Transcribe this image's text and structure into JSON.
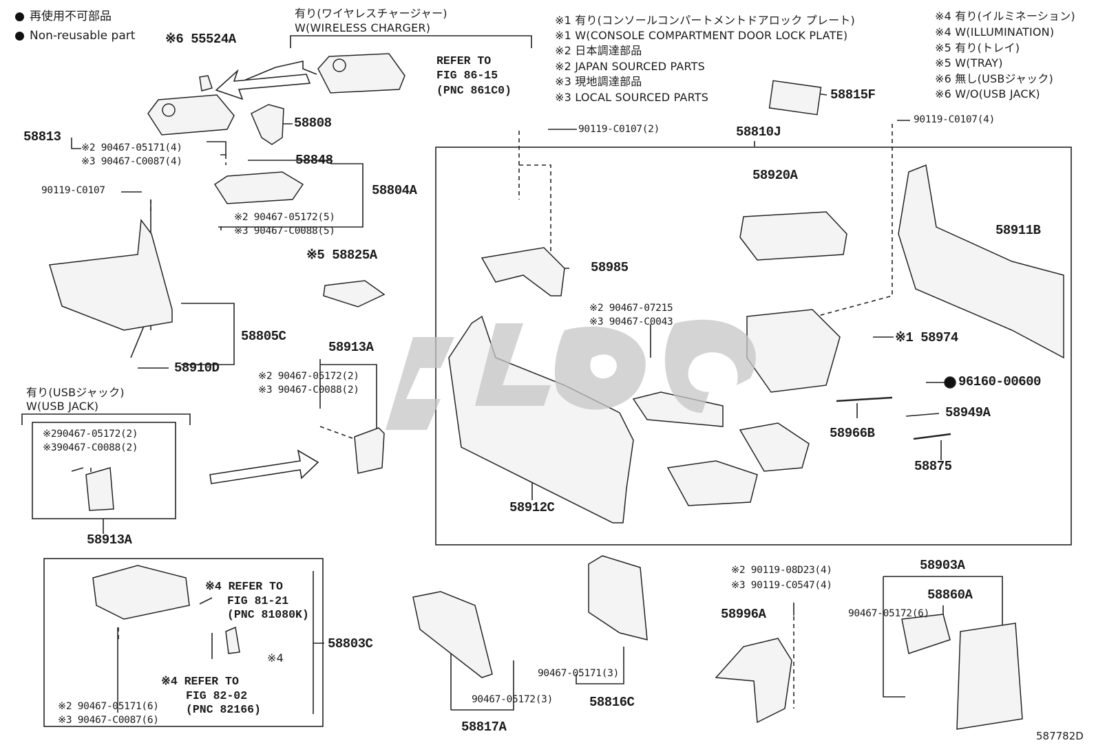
{
  "legend": {
    "line1": "再使用不可部品",
    "line2": "Non-reusable part",
    "bullet_color": "#111111"
  },
  "wireless_variant": {
    "line1": "有り(ワイヤレスチャージャー)",
    "line2": "W(WIRELESS CHARGER)"
  },
  "refer_8615": {
    "line1": "REFER TO",
    "line2": "FIG 86-15",
    "line3": "(PNC 861C0)"
  },
  "notes": {
    "n1a": "※1 有り(コンソールコンパートメントドアロック プレート)",
    "n1b": "※1 W(CONSOLE COMPARTMENT DOOR LOCK PLATE)",
    "n2a": "※2 日本調達部品",
    "n2b": "※2 JAPAN SOURCED PARTS",
    "n3a": "※3 現地調達部品",
    "n3b": "※3 LOCAL SOURCED PARTS",
    "n4a": "※4 有り(イルミネーション)",
    "n4b": "※4 W(ILLUMINATION)",
    "n5a": "※5 有り(トレイ)",
    "n5b": "※5 W(TRAY)",
    "n6a": "※6 無し(USBジャック)",
    "n6b": "※6 W/O(USB JACK)"
  },
  "parts": {
    "p55524A": "※6 55524A",
    "p58813": "58813",
    "p58813_a": "※2 90467-05171(4)",
    "p58813_b": "※3 90467-C0087(4)",
    "p58808": "58808",
    "p58848": "58848",
    "p58804A": "58804A",
    "p90119_c0107": "90119-C0107",
    "p58804A_a": "※2 90467-05172(5)",
    "p58804A_b": "※3 90467-C0088(5)",
    "p58825A": "※5 58825A",
    "p58805C": "58805C",
    "p58910D": "58910D",
    "p58913A_top": "58913A",
    "p58913A_a": "※2 90467-05172(2)",
    "p58913A_b": "※3 90467-C0088(2)",
    "usb_variant_1": "有り(USBジャック)",
    "usb_variant_2": "W(USB JACK)",
    "usb_a": "※290467-05172(2)",
    "usb_b": "※390467-C0088(2)",
    "p58913A_bottom": "58913A",
    "p58815F": "58815F",
    "p90119_c0107_2a": "90119-C0107(2)",
    "p90119_c0107_4": "90119-C0107(4)",
    "p58810J": "58810J",
    "p58920A": "58920A",
    "p58911B": "58911B",
    "p58985": "58985",
    "p90467_07215": "※2 90467-07215",
    "p90467_c0043": "※3 90467-C0043",
    "p58974": "※1 58974",
    "p96160": "96160-00600",
    "p58949A": "58949A",
    "p58966B": "58966B",
    "p58875": "58875",
    "p58912C": "58912C",
    "p58803C": "58803C",
    "ref8121_1": "※4 REFER TO",
    "ref8121_2": "FIG 81-21",
    "ref8121_3": "(PNC 81080K)",
    "illum4": "※4",
    "ref8202_1": "※4 REFER TO",
    "ref8202_2": "FIG 82-02",
    "ref8202_3": "(PNC 82166)",
    "p58803C_a": "※2 90467-05171(6)",
    "p58803C_b": "※3 90467-C0087(6)",
    "p58817A": "58817A",
    "p58817A_clip": "90467-05172(3)",
    "p58816C": "58816C",
    "p58816C_clip": "90467-05171(3)",
    "p58996A": "58996A",
    "p58996A_a": "※2 90119-08D23(4)",
    "p58996A_b": "※3 90119-C0547(4)",
    "p58903A": "58903A",
    "p58860A": "58860A",
    "p58903A_clip": "90467-05172(6)"
  },
  "illustration_id": "587782D"
}
